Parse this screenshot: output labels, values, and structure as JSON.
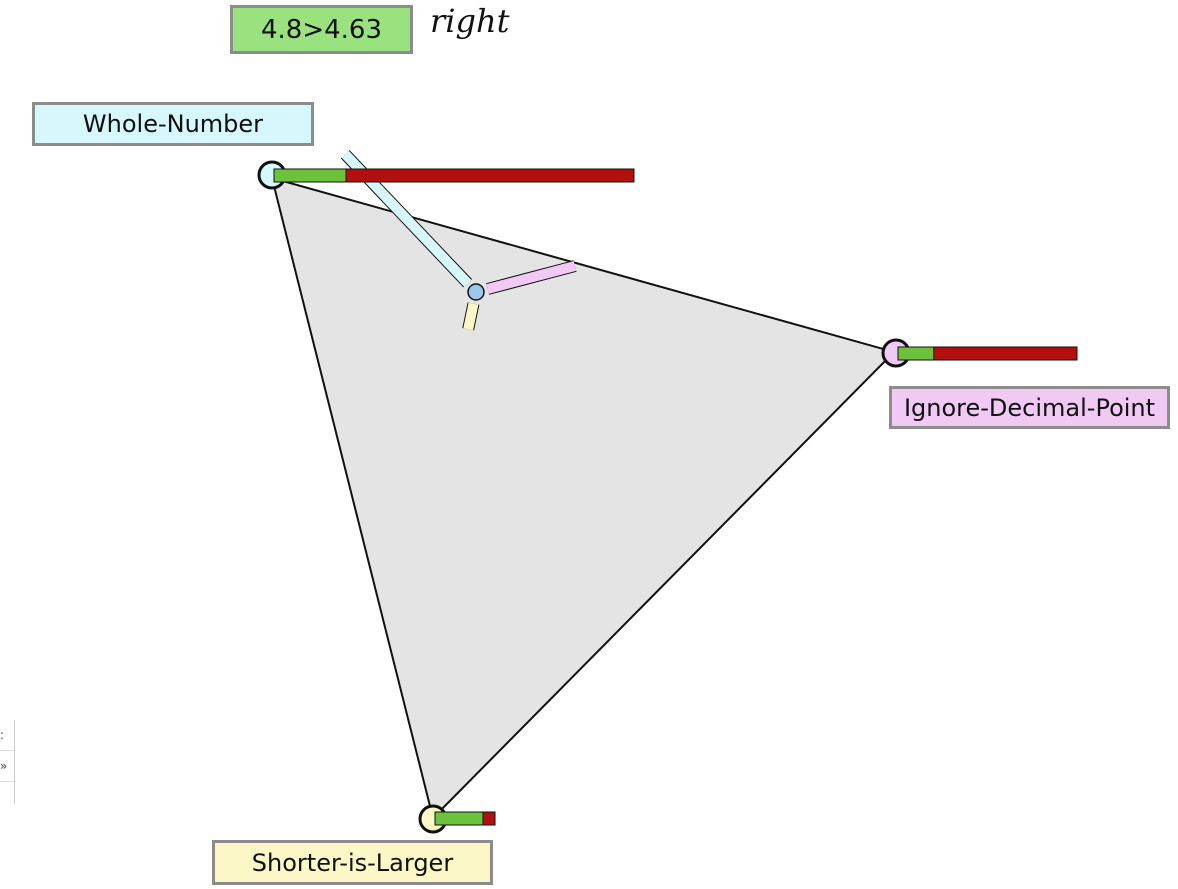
{
  "problem": {
    "text": "4.8>4.63",
    "color": "#99e27f"
  },
  "verdict": {
    "text": "right"
  },
  "strategies": [
    {
      "key": "whole",
      "label": "Whole-Number",
      "color": "#d6f7fb",
      "green_fraction": 0.2,
      "spoke_fraction": 1.0
    },
    {
      "key": "ignore",
      "label": "Ignore-Decimal-Point",
      "color": "#f1c9f5",
      "green_fraction": 0.2,
      "spoke_fraction": 0.55
    },
    {
      "key": "shorter",
      "label": "Shorter-is-Larger",
      "color": "#fbf7c6",
      "green_fraction": 0.8,
      "spoke_fraction": 0.2
    }
  ],
  "colors": {
    "triangle_fill": "#e4e4e4",
    "bar_green": "#6cc23a",
    "bar_red": "#b30f0f",
    "center_dot": "#9cc8ee"
  },
  "edge_marks": [
    ":",
    "»"
  ]
}
